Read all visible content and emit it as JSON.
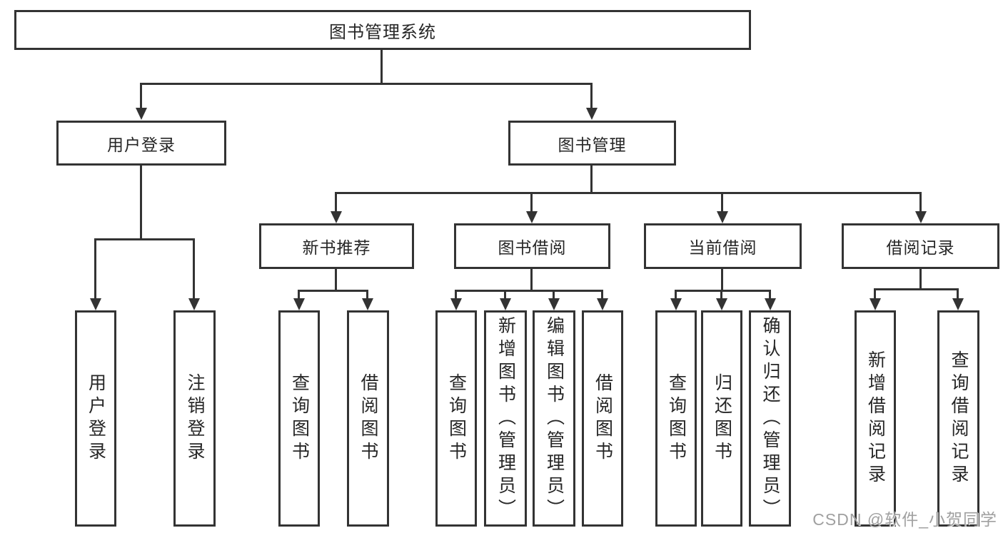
{
  "title_node": "图书管理系统",
  "level2": {
    "user_login": "用户登录",
    "book_management": "图书管理"
  },
  "level3": {
    "new_book_recommend": "新书推荐",
    "book_borrow": "图书借阅",
    "current_borrow": "当前借阅",
    "borrow_records": "借阅记录"
  },
  "leaves": {
    "user_login": [
      "用户登录",
      "注销登录"
    ],
    "new_book_recommend": [
      "查询图书",
      "借阅图书"
    ],
    "book_borrow": [
      "查询图书",
      "新增图书（管理员）",
      "编辑图书（管理员）",
      "借阅图书"
    ],
    "current_borrow": [
      "查询图书",
      "归还图书",
      "确认归还（管理员）"
    ],
    "borrow_records": [
      "新增借阅记录",
      "查询借阅记录"
    ]
  },
  "watermark": "CSDN @软件_小贺同学",
  "colors": {
    "line": "#333333",
    "box_border": "#333333",
    "text": "#262626",
    "watermark": "#a0a0a0",
    "background": "#ffffff"
  }
}
